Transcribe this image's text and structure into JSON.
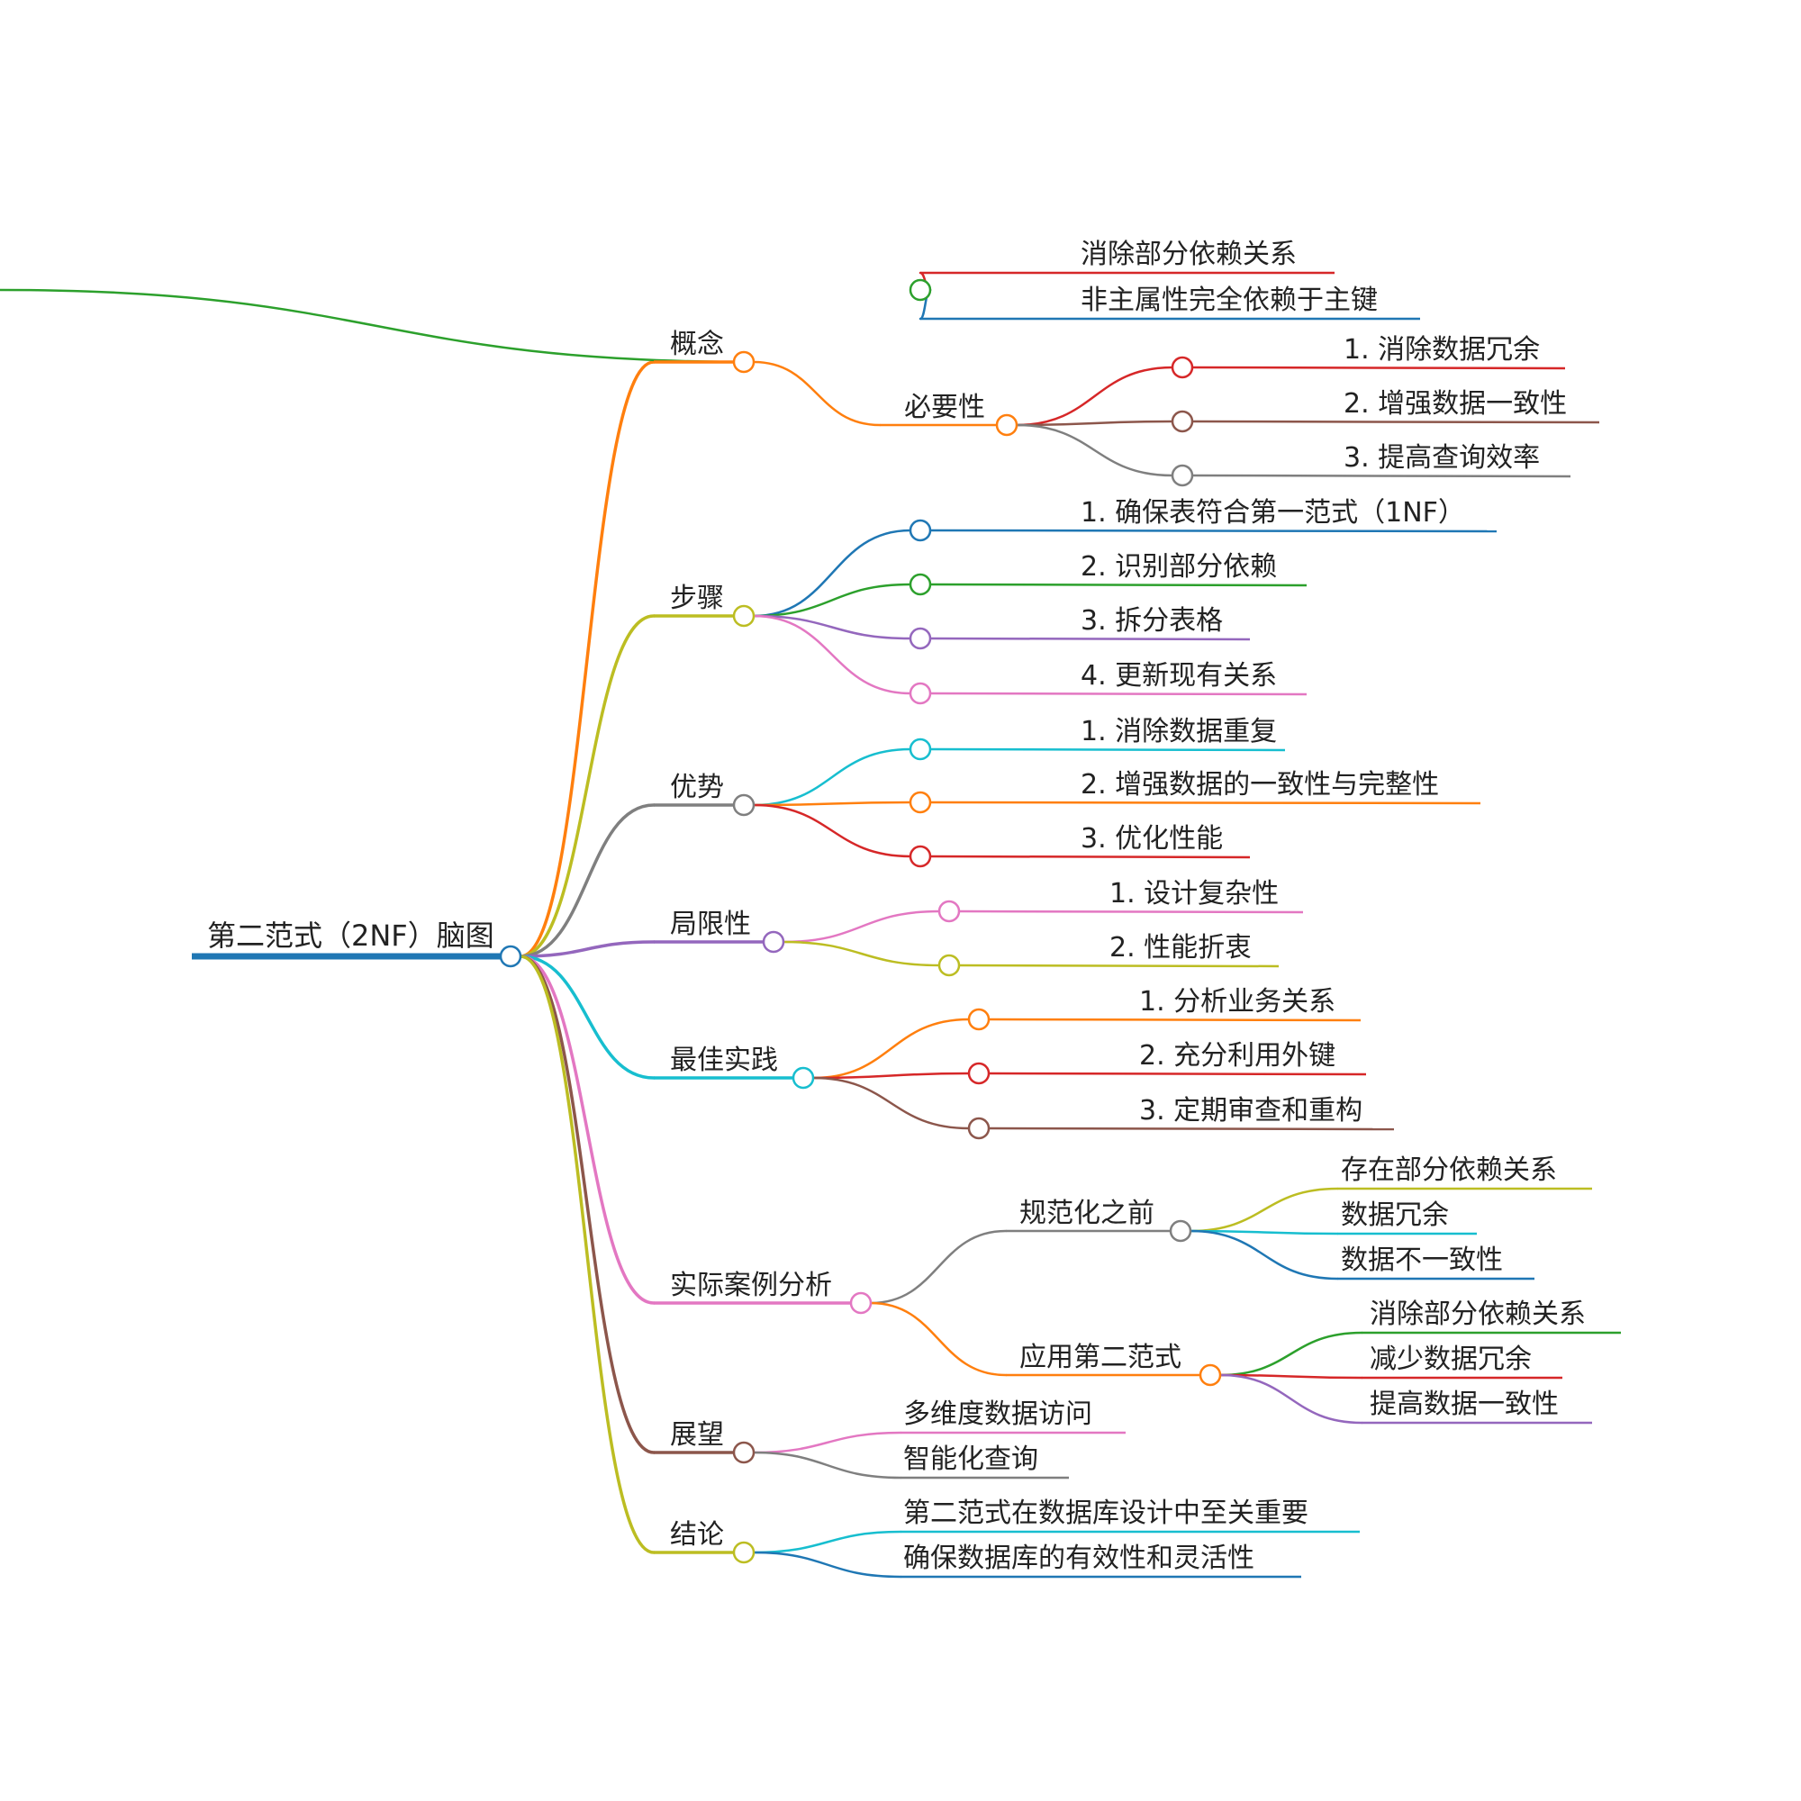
{
  "root": {
    "id": "root",
    "label": "第二范式（2NF）脑图",
    "color": "#1f77b4",
    "children": [
      {
        "id": "concept",
        "label": "概念",
        "color": "#ff7f0e",
        "children": [
          {
            "id": "concept-def",
            "label": "",
            "color": "#2ca02c",
            "children": [
              {
                "id": "def-1",
                "label": "消除部分依赖关系",
                "color": "#d62728"
              },
              {
                "id": "def-2",
                "label": "非主属性完全依赖于主键",
                "color": "#1f77b4"
              }
            ]
          },
          {
            "id": "necessity",
            "label": "必要性",
            "color": "#ff7f0e",
            "children": [
              {
                "id": "nec-1",
                "label": "1. 消除数据冗余",
                "color": "#d62728"
              },
              {
                "id": "nec-2",
                "label": "2. 增强数据一致性",
                "color": "#8c564b"
              },
              {
                "id": "nec-3",
                "label": "3. 提高查询效率",
                "color": "#7f7f7f"
              }
            ]
          }
        ]
      },
      {
        "id": "steps",
        "label": "步骤",
        "color": "#bcbd22",
        "children": [
          {
            "id": "step-1",
            "label": "1. 确保表符合第一范式（1NF）",
            "color": "#1f77b4"
          },
          {
            "id": "step-2",
            "label": "2. 识别部分依赖",
            "color": "#2ca02c"
          },
          {
            "id": "step-3",
            "label": "3. 拆分表格",
            "color": "#9467bd"
          },
          {
            "id": "step-4",
            "label": "4. 更新现有关系",
            "color": "#e377c2"
          }
        ]
      },
      {
        "id": "advantages",
        "label": "优势",
        "color": "#7f7f7f",
        "children": [
          {
            "id": "adv-1",
            "label": "1. 消除数据重复",
            "color": "#17becf"
          },
          {
            "id": "adv-2",
            "label": "2. 增强数据的一致性与完整性",
            "color": "#ff7f0e"
          },
          {
            "id": "adv-3",
            "label": "3. 优化性能",
            "color": "#d62728"
          }
        ]
      },
      {
        "id": "limitations",
        "label": "局限性",
        "color": "#9467bd",
        "children": [
          {
            "id": "lim-1",
            "label": "1. 设计复杂性",
            "color": "#e377c2"
          },
          {
            "id": "lim-2",
            "label": "2. 性能折衷",
            "color": "#bcbd22"
          }
        ]
      },
      {
        "id": "best-practice",
        "label": "最佳实践",
        "color": "#17becf",
        "children": [
          {
            "id": "bp-1",
            "label": "1. 分析业务关系",
            "color": "#ff7f0e"
          },
          {
            "id": "bp-2",
            "label": "2. 充分利用外键",
            "color": "#d62728"
          },
          {
            "id": "bp-3",
            "label": "3. 定期审查和重构",
            "color": "#8c564b"
          }
        ]
      },
      {
        "id": "case",
        "label": "实际案例分析",
        "color": "#e377c2",
        "children": [
          {
            "id": "before",
            "label": "规范化之前",
            "color": "#7f7f7f",
            "children": [
              {
                "id": "before-1",
                "label": "存在部分依赖关系",
                "color": "#bcbd22"
              },
              {
                "id": "before-2",
                "label": "数据冗余",
                "color": "#17becf"
              },
              {
                "id": "before-3",
                "label": "数据不一致性",
                "color": "#1f77b4"
              }
            ]
          },
          {
            "id": "apply",
            "label": "应用第二范式",
            "color": "#ff7f0e",
            "children": [
              {
                "id": "apply-1",
                "label": "消除部分依赖关系",
                "color": "#2ca02c"
              },
              {
                "id": "apply-2",
                "label": "减少数据冗余",
                "color": "#d62728"
              },
              {
                "id": "apply-3",
                "label": "提高数据一致性",
                "color": "#9467bd"
              }
            ]
          }
        ]
      },
      {
        "id": "outlook",
        "label": "展望",
        "color": "#8c564b",
        "children": [
          {
            "id": "out-1",
            "label": "多维度数据访问",
            "color": "#e377c2"
          },
          {
            "id": "out-2",
            "label": "智能化查询",
            "color": "#7f7f7f"
          }
        ]
      },
      {
        "id": "conclusion",
        "label": "结论",
        "color": "#bcbd22",
        "children": [
          {
            "id": "con-1",
            "label": "第二范式在数据库设计中至关重要",
            "color": "#17becf"
          },
          {
            "id": "con-2",
            "label": "确保数据库的有效性和灵活性",
            "color": "#1f77b4"
          }
        ]
      }
    ]
  }
}
